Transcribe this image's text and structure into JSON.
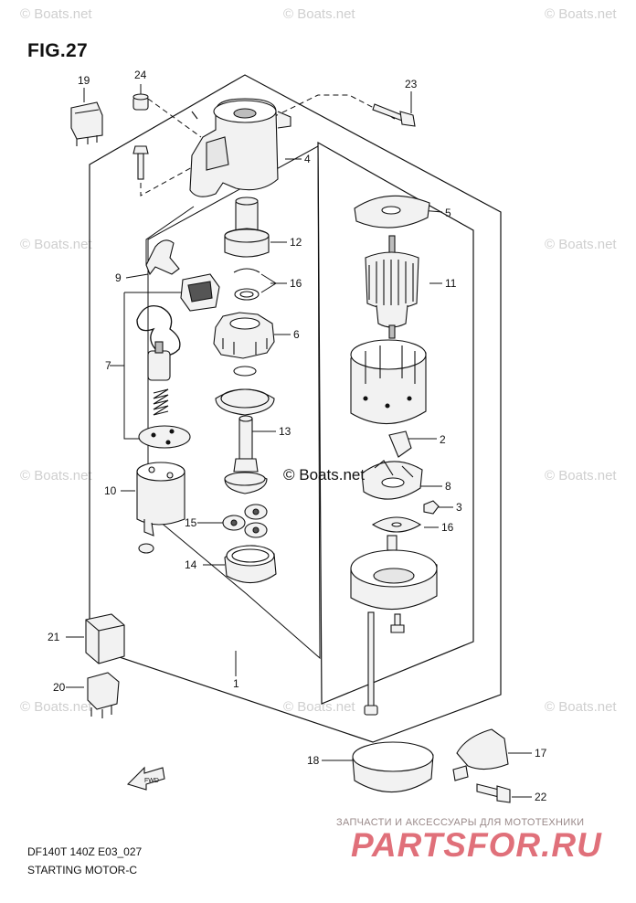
{
  "figure": {
    "title": "FIG.27",
    "model_code": "DF140T 140Z E03_027",
    "subtitle": "STARTING MOTOR-C"
  },
  "watermark": {
    "text": "© Boats.net",
    "center_text": "© Boats.net"
  },
  "shop_banner": {
    "tagline": "ЗАПЧАСТИ И АКСЕССУАРЫ ДЛЯ МОТОТЕХНИКИ",
    "name": "PARTSFOR.RU",
    "color": "#e0707a"
  },
  "callouts": {
    "c1": "1",
    "c2": "2",
    "c3": "3",
    "c4": "4",
    "c5": "5",
    "c6": "6",
    "c7": "7",
    "c8": "8",
    "c9": "9",
    "c10": "10",
    "c11": "11",
    "c12": "12",
    "c13": "13",
    "c14": "14",
    "c15": "15",
    "c16a": "16",
    "c16b": "16",
    "c17": "17",
    "c18": "18",
    "c19": "19",
    "c20": "20",
    "c21": "21",
    "c22": "22",
    "c23": "23",
    "c24": "24"
  },
  "colors": {
    "line": "#111111",
    "part_fill": "#f2f2f2",
    "part_shade": "#bdbdbd",
    "watermark": "#cfcfcf"
  },
  "icons": {
    "front_arrow": "front-arrow-icon"
  }
}
